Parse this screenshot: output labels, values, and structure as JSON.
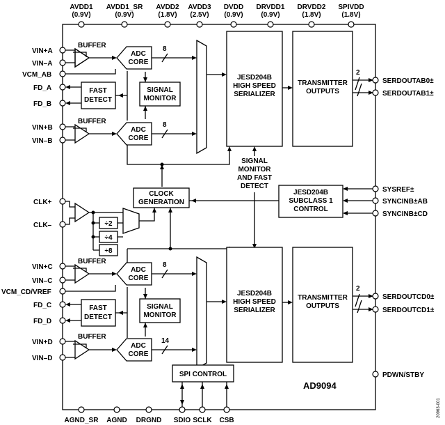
{
  "supply_pins": [
    {
      "name": "AVDD1",
      "voltage": "(0.9V)"
    },
    {
      "name": "AVDD1_SR",
      "voltage": "(0.9V)"
    },
    {
      "name": "AVDD2",
      "voltage": "(1.8V)"
    },
    {
      "name": "AVDD3",
      "voltage": "(2.5V)"
    },
    {
      "name": "DVDD",
      "voltage": "(0.9V)"
    },
    {
      "name": "DRVDD1",
      "voltage": "(0.9V)"
    },
    {
      "name": "DRVDD2",
      "voltage": "(1.8V)"
    },
    {
      "name": "SPIVDD",
      "voltage": "(1.8V)"
    }
  ],
  "left_pins": {
    "vin_a_p": "VIN+A",
    "vin_a_n": "VIN–A",
    "vcm_ab": "VCM_AB",
    "fd_a": "FD_A",
    "fd_b": "FD_B",
    "vin_b_p": "VIN+B",
    "vin_b_n": "VIN–B",
    "clk_p": "CLK+",
    "clk_n": "CLK–",
    "vin_c_p": "VIN+C",
    "vin_c_n": "VIN–C",
    "vcm_cd": "VCM_CD/VREF",
    "fd_c": "FD_C",
    "fd_d": "FD_D",
    "vin_d_p": "VIN+D",
    "vin_d_n": "VIN–D"
  },
  "right_pins": {
    "serdout_ab0": "SERDOUTAB0±",
    "serdout_ab1": "SERDOUTAB1±",
    "sysref": "SYSREF±",
    "syncinb_ab": "SYNCINB±AB",
    "syncinb_cd": "SYNCINB±CD",
    "serdout_cd0": "SERDOUTCD0±",
    "serdout_cd1": "SERDOUTCD1±",
    "pdwn": "PDWN/STBY"
  },
  "bottom_pins": {
    "agnd_sr": "AGND_SR",
    "agnd": "AGND",
    "drgnd": "DRGND",
    "sdio": "SDIO",
    "sclk": "SCLK",
    "csb": "CSB"
  },
  "blocks": {
    "buffer": "BUFFER",
    "adc_core_l1": "ADC",
    "adc_core_l2": "CORE",
    "fast_detect_l1": "FAST",
    "fast_detect_l2": "DETECT",
    "signal_monitor_l1": "SIGNAL",
    "signal_monitor_l2": "MONITOR",
    "jesd_l1": "JESD204B",
    "jesd_l2": "HIGH SPEED",
    "jesd_l3": "SERIALIZER",
    "tx_l1": "TRANSMITTER",
    "tx_l2": "OUTPUTS",
    "clock_l1": "CLOCK",
    "clock_l2": "GENERATION",
    "subclass_l1": "JESD204B",
    "subclass_l2": "SUBCLASS 1",
    "subclass_l3": "CONTROL",
    "spi_control": "SPI CONTROL",
    "div2": "÷2",
    "div4": "÷4",
    "div8": "÷8",
    "smfd_l1": "SIGNAL",
    "smfd_l2": "MONITOR",
    "smfd_l3": "AND FAST",
    "smfd_l4": "DETECT"
  },
  "bus_widths": {
    "a": "8",
    "b": "8",
    "c": "8",
    "d": "14",
    "serdout_ab": "2",
    "serdout_cd": "2"
  },
  "part_number": "AD9094",
  "figure_code": "20963-001"
}
